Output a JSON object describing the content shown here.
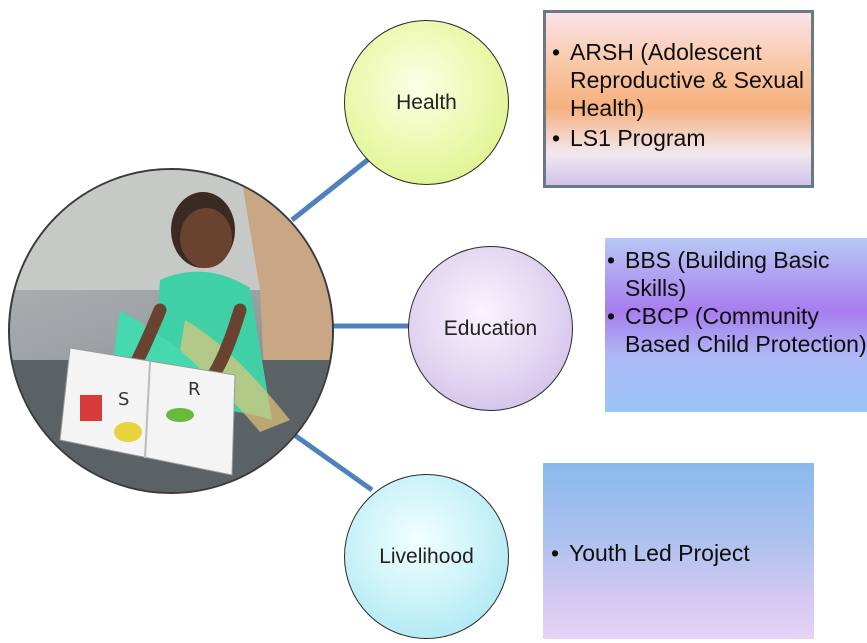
{
  "hub": {
    "image": "photo of a girl reading an alphabet book"
  },
  "topics": [
    {
      "label": "Health",
      "color": "#e6f5a0"
    },
    {
      "label": "Education",
      "color": "#ddd0f0"
    },
    {
      "label": "Livelihood",
      "color": "#c6f0f7"
    }
  ],
  "health_box": {
    "items": [
      "ARSH (Adolescent Reproductive & Sexual Health)",
      "LS1 Program"
    ]
  },
  "education_box": {
    "items": [
      "BBS (Building Basic Skills)",
      "CBCP (Community Based Child Protection)"
    ]
  },
  "livelihood_box": {
    "items": [
      "Youth Led Project"
    ]
  },
  "connector_color": "#4f81bd"
}
